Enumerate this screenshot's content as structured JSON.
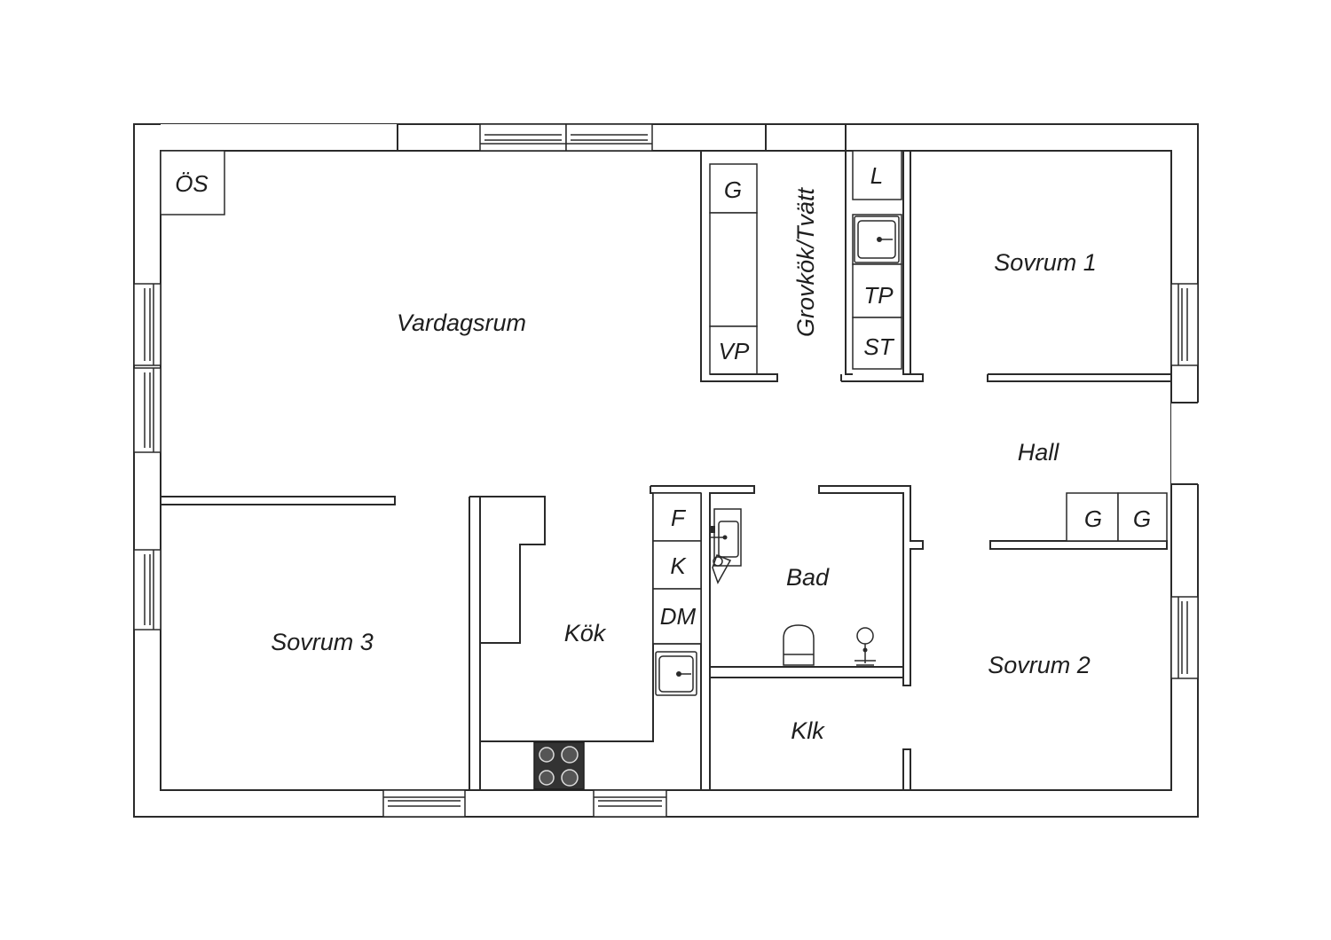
{
  "floor_plan": {
    "rooms": {
      "vardagsrum": "Vardagsrum",
      "grovkok": "Grovkök/Tvätt",
      "sovrum1": "Sovrum 1",
      "hall": "Hall",
      "sovrum3": "Sovrum 3",
      "kok": "Kök",
      "bad": "Bad",
      "klk": "Klk",
      "sovrum2": "Sovrum 2"
    },
    "fixtures": {
      "os": "ÖS",
      "g_grovkok": "G",
      "vp": "VP",
      "l": "L",
      "tp": "TP",
      "st": "ST",
      "f": "F",
      "k": "K",
      "dm": "DM",
      "g_hall_1": "G",
      "g_hall_2": "G"
    }
  }
}
